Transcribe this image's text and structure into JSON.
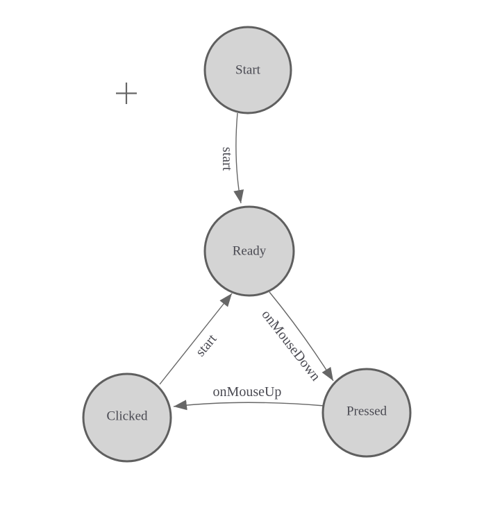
{
  "diagram": {
    "nodes": [
      {
        "id": "start",
        "label": "Start"
      },
      {
        "id": "ready",
        "label": "Ready"
      },
      {
        "id": "clicked",
        "label": "Clicked"
      },
      {
        "id": "pressed",
        "label": "Pressed"
      }
    ],
    "edges": [
      {
        "from": "start",
        "to": "ready",
        "label": "start"
      },
      {
        "from": "ready",
        "to": "pressed",
        "label": "onMouseDown"
      },
      {
        "from": "pressed",
        "to": "clicked",
        "label": "onMouseUp"
      },
      {
        "from": "clicked",
        "to": "ready",
        "label": "start"
      }
    ]
  },
  "cursor": {
    "icon": "crosshair-icon"
  },
  "colors": {
    "background": "#ffffff",
    "node_fill": "#d4d4d4",
    "node_stroke": "#5f5f5f",
    "edge_stroke": "#666666",
    "arrow_fill": "#666666",
    "label_text": "#4a4a52",
    "crosshair": "#666666"
  }
}
